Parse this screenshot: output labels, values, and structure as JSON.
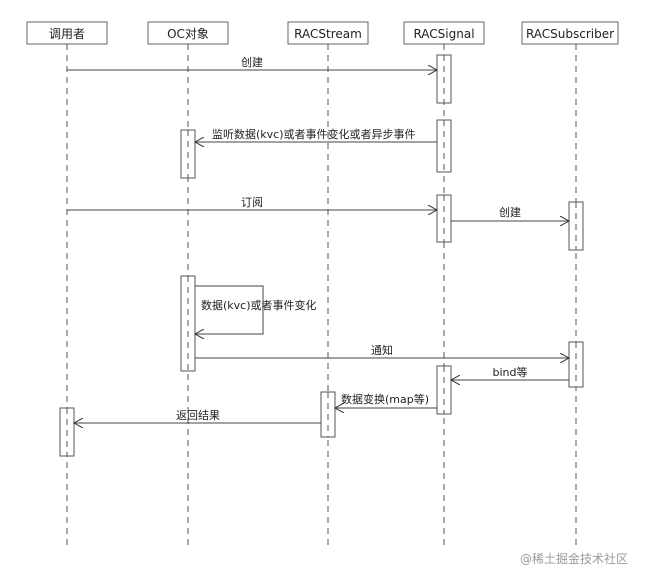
{
  "participants": {
    "caller": "调用者",
    "oc_object": "OC对象",
    "rac_stream": "RACStream",
    "rac_signal": "RACSignal",
    "rac_subscriber": "RACSubscriber"
  },
  "messages": {
    "create_signal": "创建",
    "observe": "监听数据(kvc)或者事件变化或者异步事件",
    "subscribe": "订阅",
    "create_subscriber": "创建",
    "data_change": "数据(kvc)或者事件变化",
    "notify": "通知",
    "bind": "bind等",
    "transform": "数据变换(map等)",
    "return_result": "返回结果"
  },
  "watermark": "@稀土掘金技术社区"
}
